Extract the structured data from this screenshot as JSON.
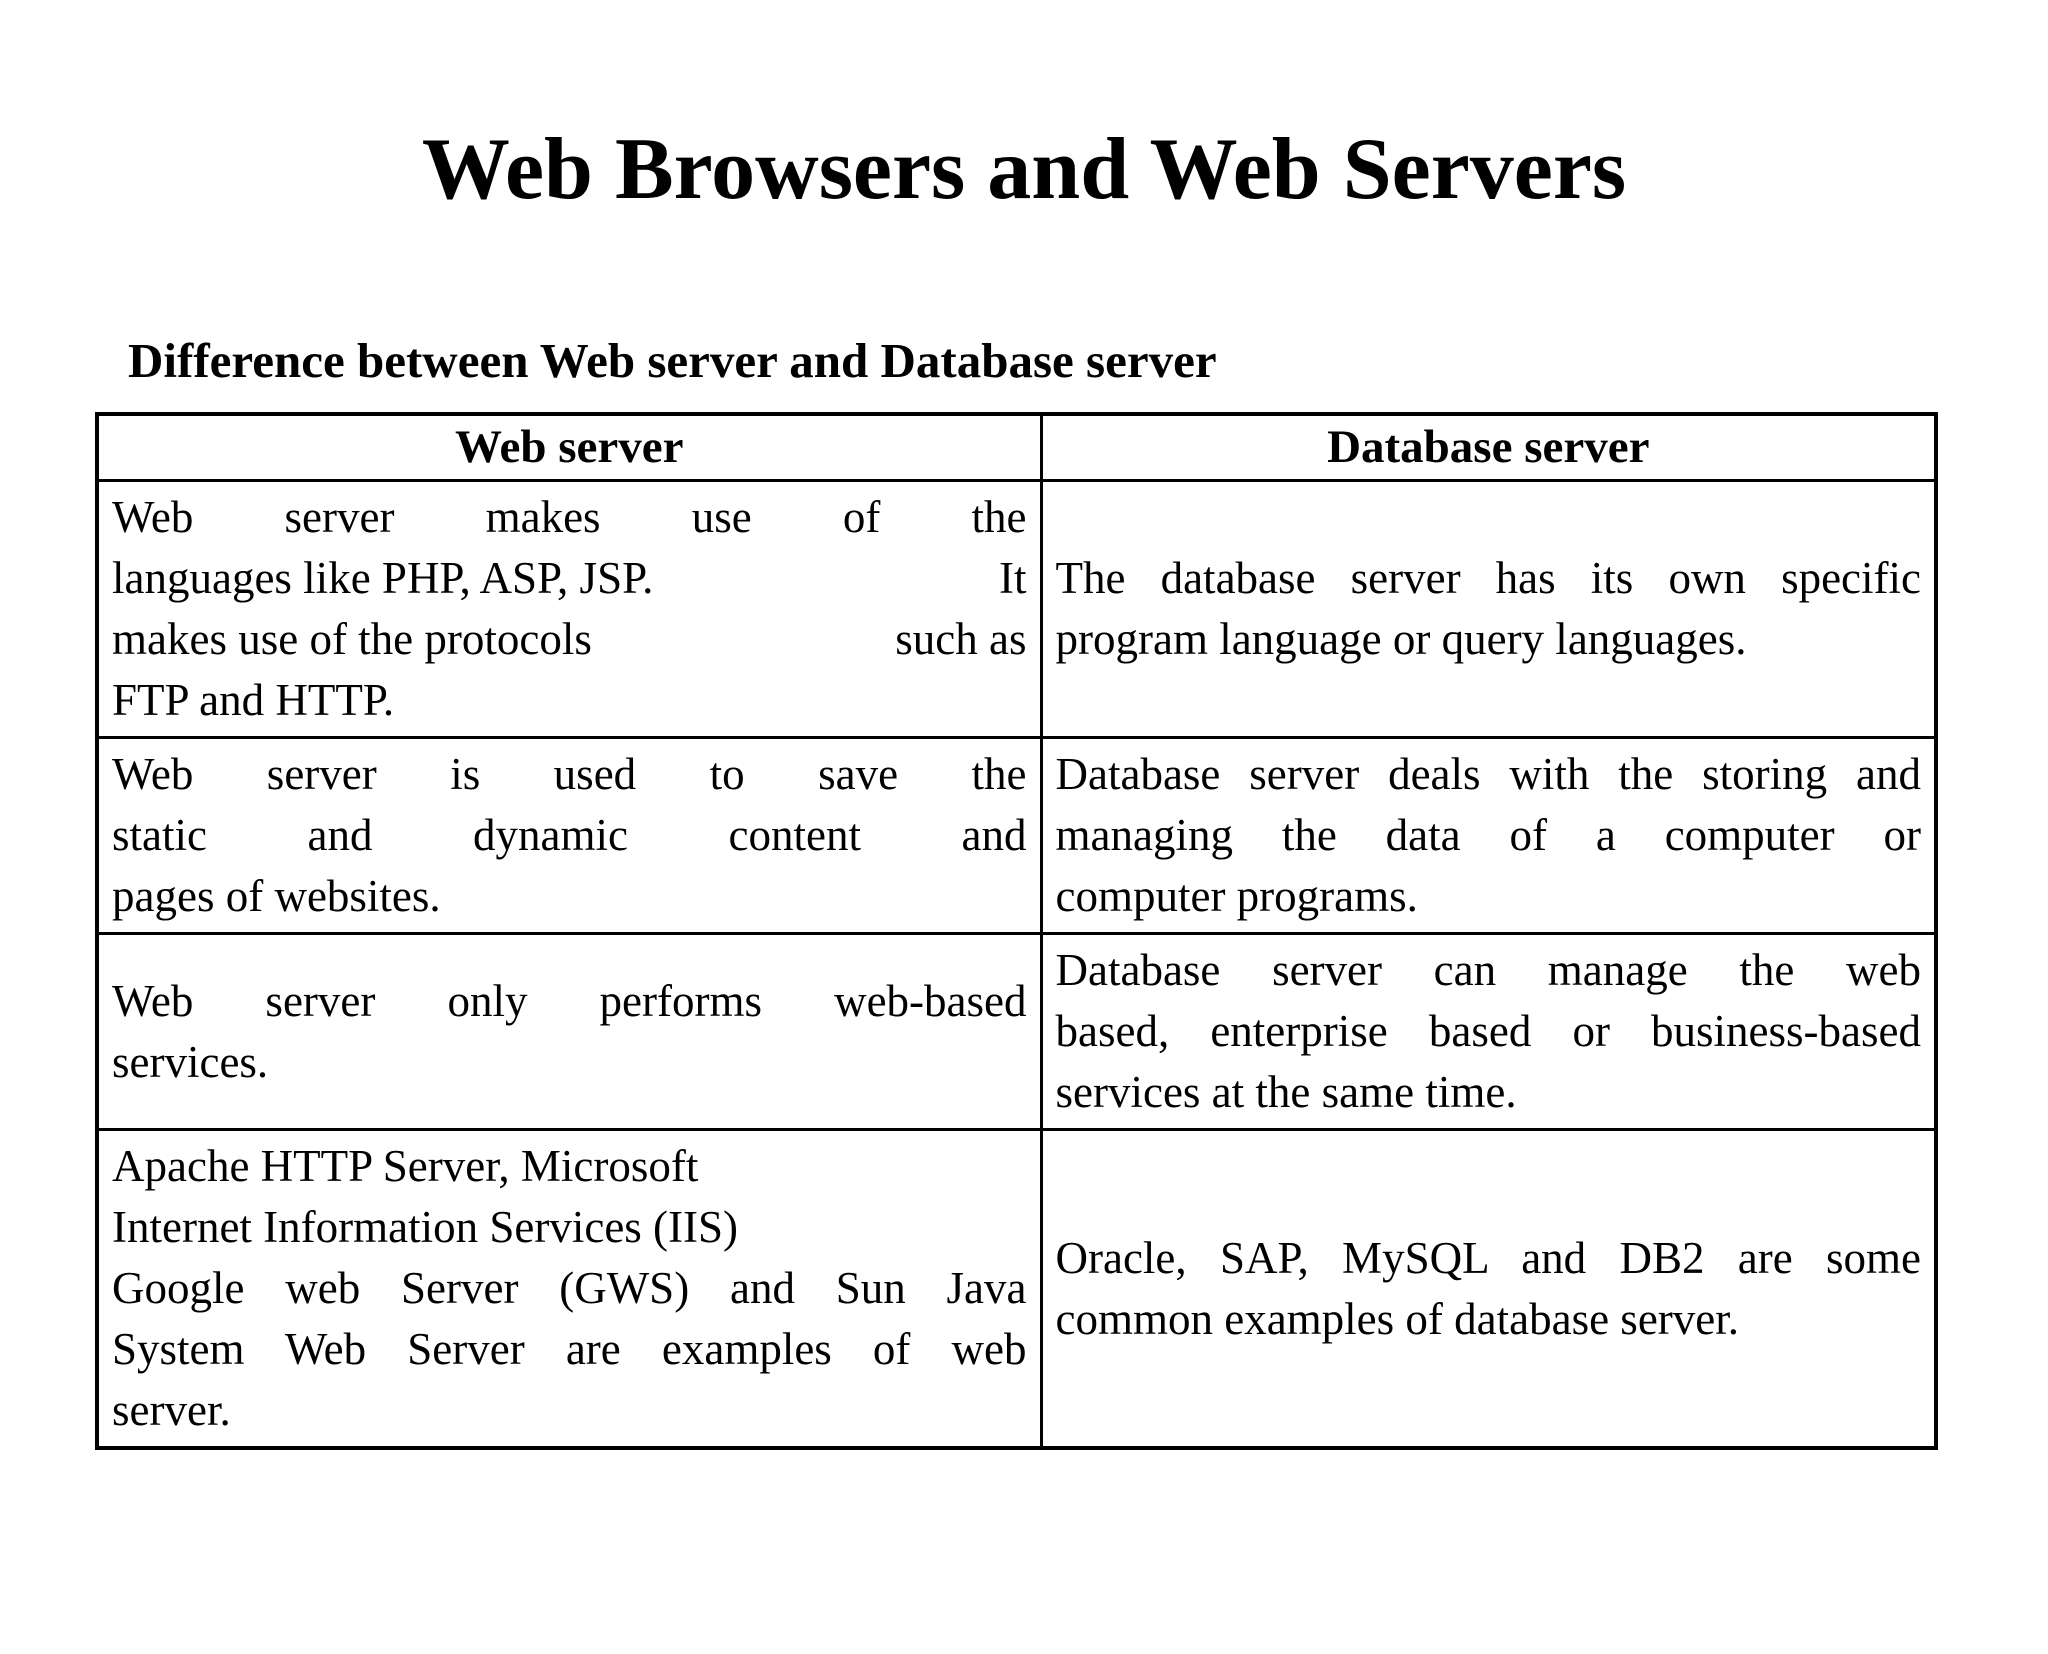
{
  "page": {
    "title": "Web Browsers and Web Servers",
    "subtitle": "Difference between Web server and Database server"
  },
  "colors": {
    "background": "#ffffff",
    "text": "#000000",
    "table_border": "#000000"
  },
  "table": {
    "columns": [
      "Web server",
      "Database server"
    ],
    "rows": [
      {
        "web": {
          "lines": [
            {
              "align": "justify",
              "text": "Web server makes use of the"
            },
            {
              "align": "between",
              "segs": [
                "languages like PHP, ASP, JSP.",
                "It"
              ]
            },
            {
              "align": "between",
              "segs": [
                "makes use of the protocols",
                "such as"
              ]
            },
            {
              "align": "left",
              "text": "FTP and HTTP."
            }
          ]
        },
        "db": {
          "lines": [
            {
              "align": "justify",
              "text": "The database server has its own specific"
            },
            {
              "align": "left",
              "text": "program language or query languages."
            }
          ]
        }
      },
      {
        "web": {
          "lines": [
            {
              "align": "justify",
              "text": "Web server is used to save the"
            },
            {
              "align": "justify",
              "text": "static and dynamic content and"
            },
            {
              "align": "left",
              "text": "pages of websites."
            }
          ]
        },
        "db": {
          "lines": [
            {
              "align": "justify",
              "text": "Database server deals with the storing and"
            },
            {
              "align": "justify",
              "text": "managing the data of a computer or"
            },
            {
              "align": "left",
              "text": "computer programs."
            }
          ]
        }
      },
      {
        "web": {
          "lines": [
            {
              "align": "justify",
              "text": "Web server only performs web-based"
            },
            {
              "align": "left",
              "text": "services."
            }
          ]
        },
        "db": {
          "lines": [
            {
              "align": "justify",
              "text": "Database server can manage the web"
            },
            {
              "align": "justify",
              "text": "based, enterprise based or business-based"
            },
            {
              "align": "left",
              "text": "services at the same time."
            }
          ]
        }
      },
      {
        "web": {
          "lines": [
            {
              "align": "left",
              "text": "Apache HTTP Server, Microsoft"
            },
            {
              "align": "left",
              "text": "Internet Information Services (IIS)"
            },
            {
              "align": "justify",
              "text": "Google web Server (GWS) and Sun Java"
            },
            {
              "align": "justify",
              "text": "System Web Server are examples of web"
            },
            {
              "align": "left",
              "text": "server."
            }
          ]
        },
        "db": {
          "lines": [
            {
              "align": "justify",
              "text": "Oracle, SAP, MySQL and DB2 are some"
            },
            {
              "align": "left",
              "text": "common examples of database server."
            }
          ]
        }
      }
    ]
  }
}
